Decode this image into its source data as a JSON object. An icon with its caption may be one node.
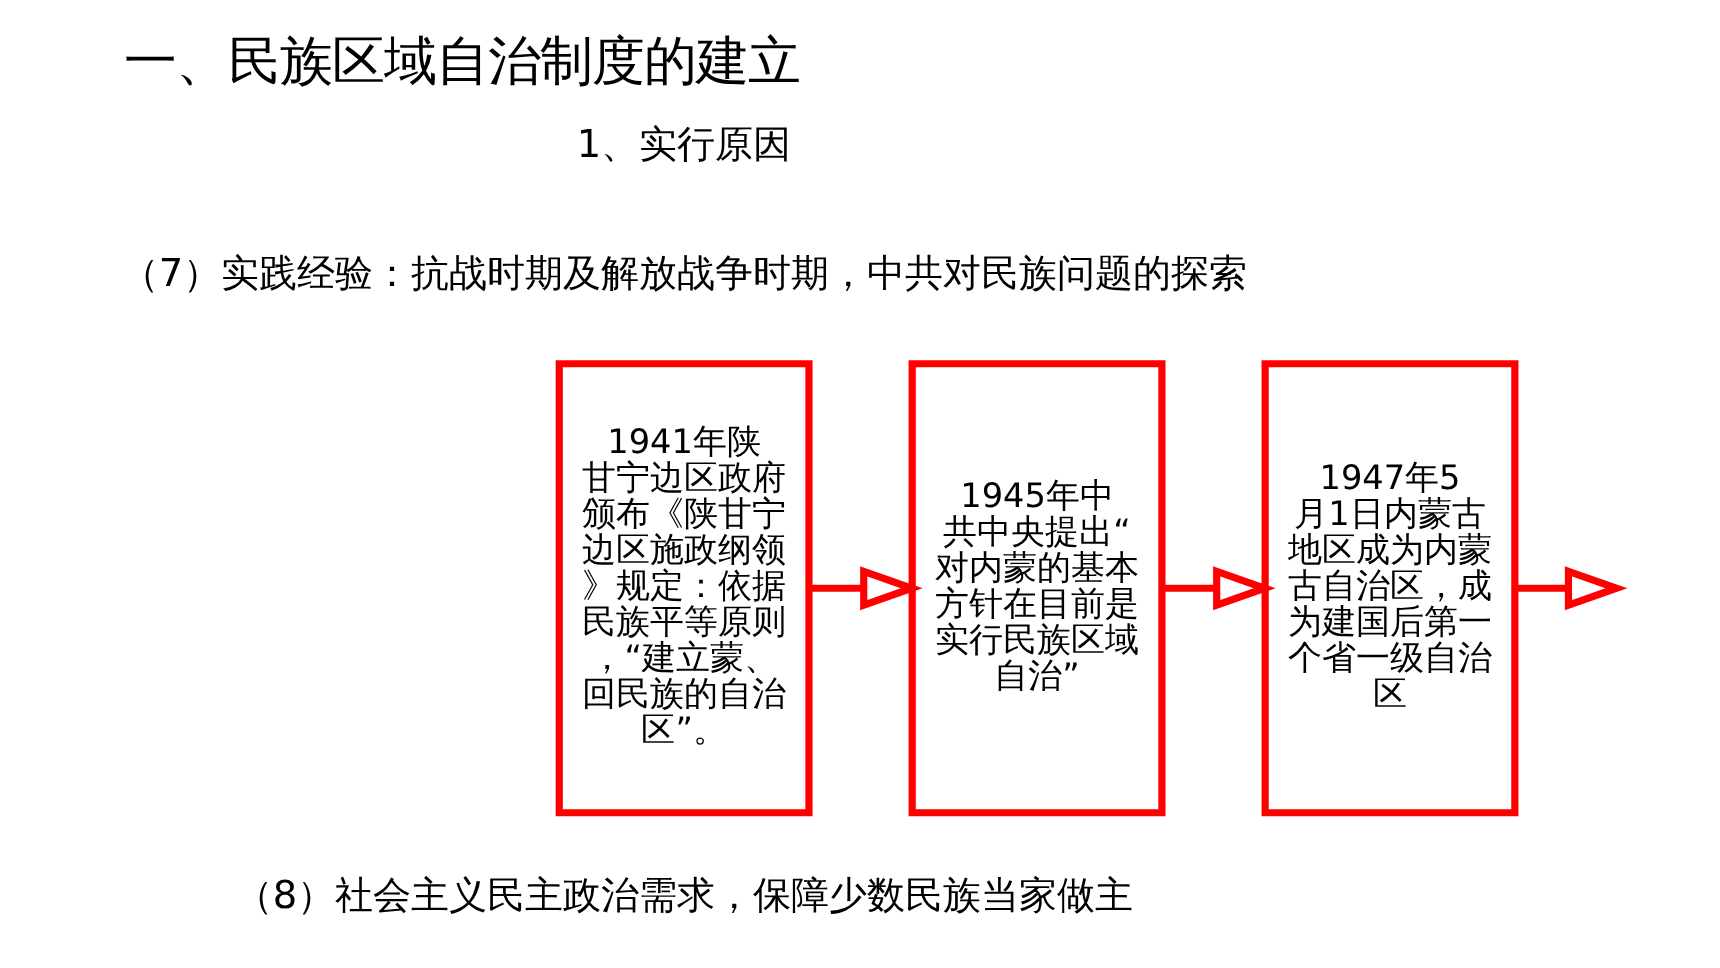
{
  "diagram": {
    "title": "一、民族区域自治制度的建立",
    "nodes": [
      {
        "text": [
          "1941年陕甘宁边区政府颁布《陕甘宁边区施政纲领》规定：依据民族平等原则，“建立蒙、回民族的自治区”。"
        ]
      },
      {
        "text": [
          "1945年中共中央提出“对内蒙的基本方针在目前是实行民族区域自治”"
        ]
      },
      {
        "text": [
          "1947年5月1日内蒙古地区成为内蒙古自治区，成为建国后第一个省一级自治区"
        ]
      }
    ],
    "edges": [
      {
        "from": 0,
        "to": 1,
        "arrow": "to"
      },
      {
        "from": 1,
        "to": 2,
        "arrow": "to"
      },
      {
        "from": 2,
        "to": null,
        "arrow": "to"
      }
    ],
    "labels": [
      "1、实行原因",
      "（7）实践经验：抗战时期及解放战争时期，中共对民族问题的探索",
      "（8）社会主义民主政治需求，保障少数民族当家做主"
    ]
  }
}
